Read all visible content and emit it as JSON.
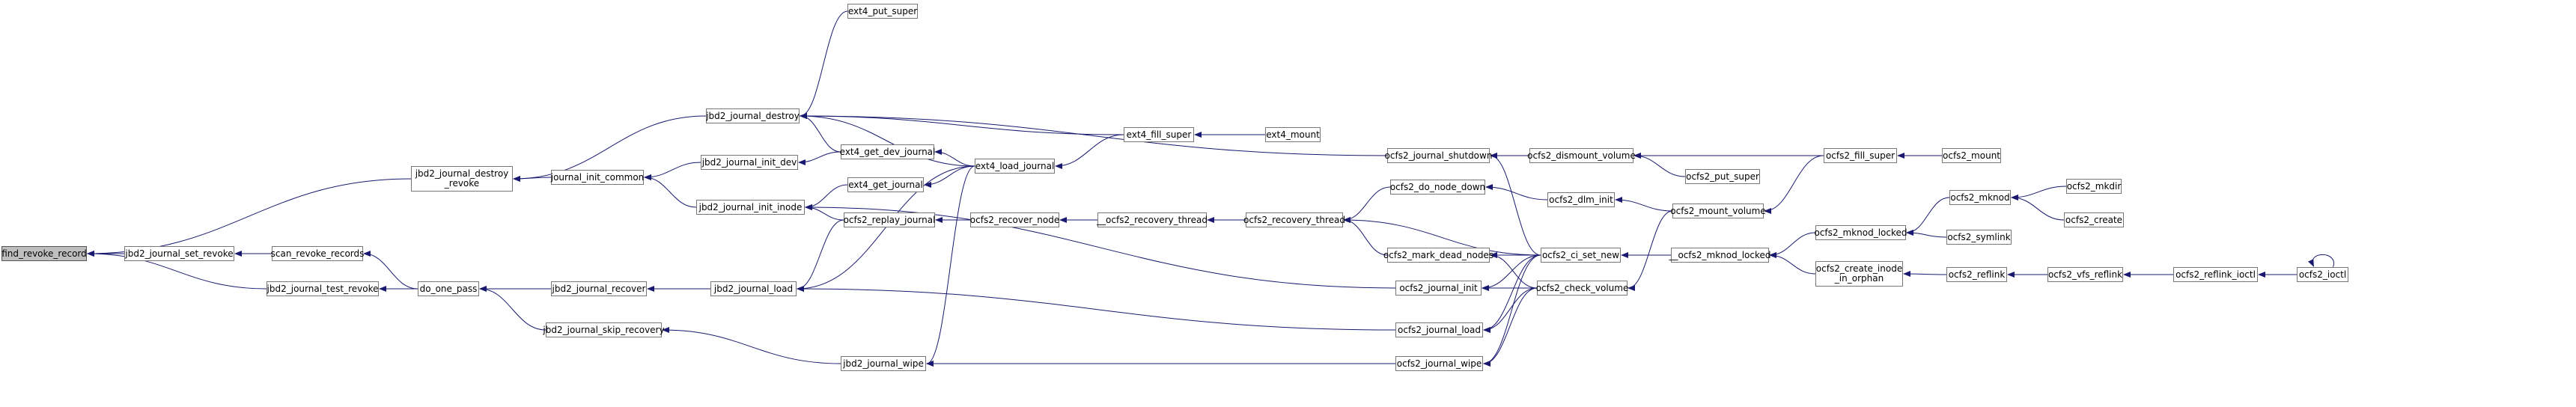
{
  "colors": {
    "edge": "#191970",
    "node_border": "#777777",
    "node_fill": "#ffffff",
    "start_fill": "#bfbfbf"
  },
  "nodes": {
    "find_revoke_record": "find_revoke_record",
    "jbd2_journal_destroy_revoke": "jbd2_journal_destroy\n_revoke",
    "jbd2_journal_set_revoke": "jbd2_journal_set_revoke",
    "jbd2_journal_test_revoke": "jbd2_journal_test_revoke",
    "journal_init_common": "journal_init_common",
    "scan_revoke_records": "scan_revoke_records",
    "do_one_pass": "do_one_pass",
    "jbd2_journal_destroy": "jbd2_journal_destroy",
    "jbd2_journal_init_dev": "jbd2_journal_init_dev",
    "jbd2_journal_init_inode": "jbd2_journal_init_inode",
    "jbd2_journal_recover": "jbd2_journal_recover",
    "jbd2_journal_skip_recovery": "jbd2_journal_skip_recovery",
    "jbd2_journal_load": "jbd2_journal_load",
    "jbd2_journal_wipe": "jbd2_journal_wipe",
    "ext4_put_super": "ext4_put_super",
    "ext4_get_dev_journal": "ext4_get_dev_journal",
    "ext4_get_journal": "ext4_get_journal",
    "ocfs2_replay_journal": "ocfs2_replay_journal",
    "ext4_load_journal": "ext4_load_journal",
    "ext4_fill_super": "ext4_fill_super",
    "ext4_mount": "ext4_mount",
    "ocfs2_recover_node": "ocfs2_recover_node",
    "__ocfs2_recovery_thread": "__ocfs2_recovery_thread",
    "ocfs2_recovery_thread": "ocfs2_recovery_thread",
    "ocfs2_journal_shutdown": "ocfs2_journal_shutdown",
    "ocfs2_do_node_down": "ocfs2_do_node_down",
    "ocfs2_mark_dead_nodes": "ocfs2_mark_dead_nodes",
    "ocfs2_journal_init": "ocfs2_journal_init",
    "ocfs2_journal_load": "ocfs2_journal_load",
    "ocfs2_journal_wipe": "ocfs2_journal_wipe",
    "ocfs2_dismount_volume": "ocfs2_dismount_volume",
    "ocfs2_dlm_init": "ocfs2_dlm_init",
    "ocfs2_ci_set_new": "ocfs2_ci_set_new",
    "ocfs2_check_volume": "ocfs2_check_volume",
    "ocfs2_put_super": "ocfs2_put_super",
    "ocfs2_mount_volume": "ocfs2_mount_volume",
    "__ocfs2_mknod_locked": "__ocfs2_mknod_locked",
    "ocfs2_fill_super": "ocfs2_fill_super",
    "ocfs2_mount": "ocfs2_mount",
    "ocfs2_mknod_locked": "ocfs2_mknod_locked",
    "ocfs2_create_inode_in_orphan": "ocfs2_create_inode\n_in_orphan",
    "ocfs2_mknod": "ocfs2_mknod",
    "ocfs2_symlink": "ocfs2_symlink",
    "ocfs2_mkdir": "ocfs2_mkdir",
    "ocfs2_create": "ocfs2_create",
    "ocfs2_reflink": "ocfs2_reflink",
    "ocfs2_vfs_reflink": "ocfs2_vfs_reflink",
    "ocfs2_reflink_ioctl": "ocfs2_reflink_ioctl",
    "ocfs2_ioctl": "ocfs2_ioctl"
  },
  "edges": [
    [
      "jbd2_journal_destroy_revoke",
      "find_revoke_record"
    ],
    [
      "jbd2_journal_set_revoke",
      "find_revoke_record"
    ],
    [
      "jbd2_journal_test_revoke",
      "find_revoke_record"
    ],
    [
      "jbd2_journal_destroy",
      "jbd2_journal_destroy_revoke"
    ],
    [
      "journal_init_common",
      "jbd2_journal_destroy_revoke"
    ],
    [
      "scan_revoke_records",
      "jbd2_journal_set_revoke"
    ],
    [
      "do_one_pass",
      "jbd2_journal_test_revoke"
    ],
    [
      "do_one_pass",
      "scan_revoke_records"
    ],
    [
      "jbd2_journal_init_dev",
      "journal_init_common"
    ],
    [
      "jbd2_journal_init_inode",
      "journal_init_common"
    ],
    [
      "jbd2_journal_recover",
      "do_one_pass"
    ],
    [
      "jbd2_journal_skip_recovery",
      "do_one_pass"
    ],
    [
      "jbd2_journal_load",
      "jbd2_journal_recover"
    ],
    [
      "jbd2_journal_wipe",
      "jbd2_journal_skip_recovery"
    ],
    [
      "ext4_put_super",
      "jbd2_journal_destroy"
    ],
    [
      "ext4_get_dev_journal",
      "jbd2_journal_destroy"
    ],
    [
      "ext4_load_journal",
      "jbd2_journal_destroy"
    ],
    [
      "ext4_fill_super",
      "jbd2_journal_destroy"
    ],
    [
      "ocfs2_journal_shutdown",
      "jbd2_journal_destroy"
    ],
    [
      "ext4_get_dev_journal",
      "jbd2_journal_init_dev"
    ],
    [
      "ext4_get_journal",
      "jbd2_journal_init_inode"
    ],
    [
      "ocfs2_replay_journal",
      "jbd2_journal_init_inode"
    ],
    [
      "ocfs2_journal_init",
      "jbd2_journal_init_inode"
    ],
    [
      "ext4_load_journal",
      "jbd2_journal_load"
    ],
    [
      "ocfs2_replay_journal",
      "jbd2_journal_load"
    ],
    [
      "ocfs2_journal_load",
      "jbd2_journal_load"
    ],
    [
      "ext4_load_journal",
      "jbd2_journal_wipe"
    ],
    [
      "ocfs2_journal_wipe",
      "jbd2_journal_wipe"
    ],
    [
      "ext4_load_journal",
      "ext4_get_dev_journal"
    ],
    [
      "ext4_load_journal",
      "ext4_get_journal"
    ],
    [
      "ext4_fill_super",
      "ext4_load_journal"
    ],
    [
      "ext4_mount",
      "ext4_fill_super"
    ],
    [
      "ocfs2_recover_node",
      "ocfs2_replay_journal"
    ],
    [
      "__ocfs2_recovery_thread",
      "ocfs2_recover_node"
    ],
    [
      "ocfs2_recovery_thread",
      "__ocfs2_recovery_thread"
    ],
    [
      "ocfs2_do_node_down",
      "ocfs2_recovery_thread"
    ],
    [
      "ocfs2_mark_dead_nodes",
      "ocfs2_recovery_thread"
    ],
    [
      "ocfs2_ci_set_new",
      "ocfs2_recovery_thread"
    ],
    [
      "ocfs2_dismount_volume",
      "ocfs2_journal_shutdown"
    ],
    [
      "ocfs2_ci_set_new",
      "ocfs2_journal_shutdown"
    ],
    [
      "ocfs2_dlm_init",
      "ocfs2_do_node_down"
    ],
    [
      "ocfs2_check_volume",
      "ocfs2_mark_dead_nodes"
    ],
    [
      "ocfs2_ci_set_new",
      "ocfs2_mark_dead_nodes"
    ],
    [
      "ocfs2_check_volume",
      "ocfs2_journal_init"
    ],
    [
      "ocfs2_ci_set_new",
      "ocfs2_journal_init"
    ],
    [
      "ocfs2_check_volume",
      "ocfs2_journal_load"
    ],
    [
      "ocfs2_ci_set_new",
      "ocfs2_journal_load"
    ],
    [
      "ocfs2_check_volume",
      "ocfs2_journal_wipe"
    ],
    [
      "ocfs2_ci_set_new",
      "ocfs2_journal_wipe"
    ],
    [
      "ocfs2_put_super",
      "ocfs2_dismount_volume"
    ],
    [
      "ocfs2_fill_super",
      "ocfs2_dismount_volume"
    ],
    [
      "ocfs2_mount_volume",
      "ocfs2_dlm_init"
    ],
    [
      "ocfs2_mount_volume",
      "ocfs2_check_volume"
    ],
    [
      "__ocfs2_mknod_locked",
      "ocfs2_ci_set_new"
    ],
    [
      "ocfs2_fill_super",
      "ocfs2_mount_volume"
    ],
    [
      "ocfs2_mount",
      "ocfs2_fill_super"
    ],
    [
      "ocfs2_mknod_locked",
      "__ocfs2_mknod_locked"
    ],
    [
      "ocfs2_create_inode_in_orphan",
      "__ocfs2_mknod_locked"
    ],
    [
      "ocfs2_mknod",
      "ocfs2_mknod_locked"
    ],
    [
      "ocfs2_symlink",
      "ocfs2_mknod_locked"
    ],
    [
      "ocfs2_mkdir",
      "ocfs2_mknod"
    ],
    [
      "ocfs2_create",
      "ocfs2_mknod"
    ],
    [
      "ocfs2_reflink",
      "ocfs2_create_inode_in_orphan"
    ],
    [
      "ocfs2_vfs_reflink",
      "ocfs2_reflink"
    ],
    [
      "ocfs2_reflink_ioctl",
      "ocfs2_vfs_reflink"
    ],
    [
      "ocfs2_ioctl",
      "ocfs2_reflink_ioctl"
    ],
    [
      "ocfs2_ioctl",
      "ocfs2_ioctl"
    ]
  ]
}
